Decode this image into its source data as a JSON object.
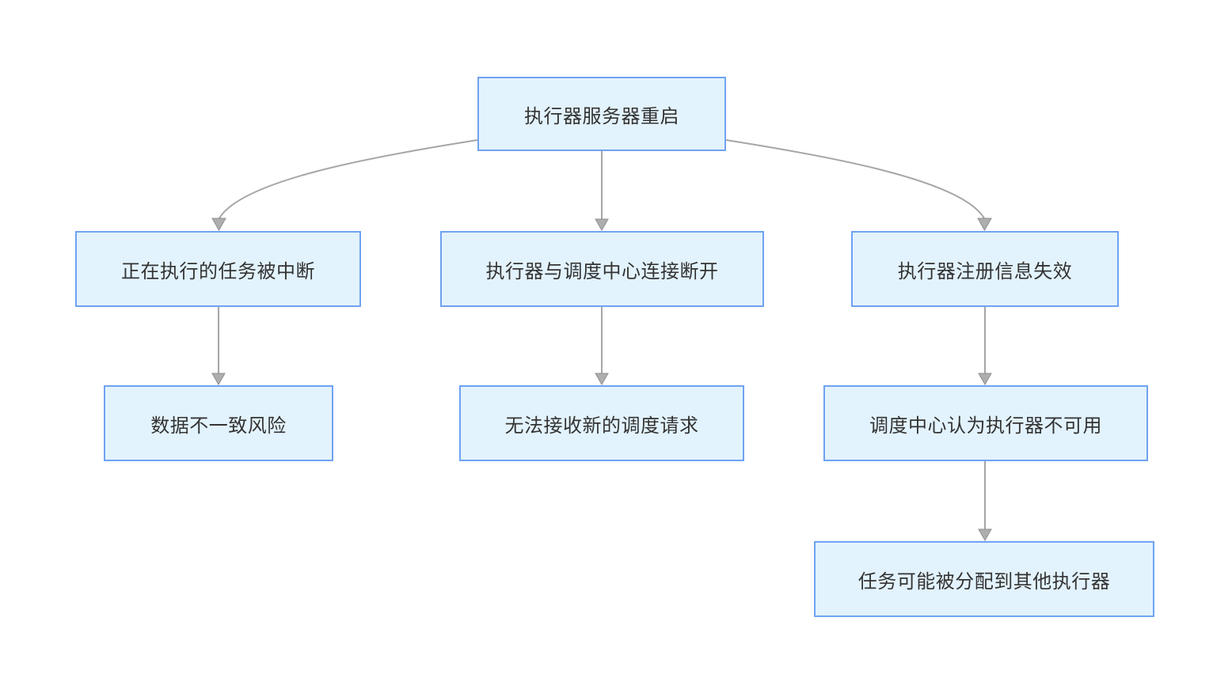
{
  "diagram": {
    "type": "flowchart",
    "nodes": {
      "root": {
        "label": "执行器服务器重启"
      },
      "task_interrupted": {
        "label": "正在执行的任务被中断"
      },
      "connection_lost": {
        "label": "执行器与调度中心连接断开"
      },
      "registration_invalid": {
        "label": "执行器注册信息失效"
      },
      "data_inconsistency": {
        "label": "数据不一致风险"
      },
      "no_new_requests": {
        "label": "无法接收新的调度请求"
      },
      "executor_unavailable": {
        "label": "调度中心认为执行器不可用"
      },
      "tasks_reassigned": {
        "label": "任务可能被分配到其他执行器"
      }
    },
    "edges": [
      {
        "from": "root",
        "to": "task_interrupted"
      },
      {
        "from": "root",
        "to": "connection_lost"
      },
      {
        "from": "root",
        "to": "registration_invalid"
      },
      {
        "from": "task_interrupted",
        "to": "data_inconsistency"
      },
      {
        "from": "connection_lost",
        "to": "no_new_requests"
      },
      {
        "from": "registration_invalid",
        "to": "executor_unavailable"
      },
      {
        "from": "executor_unavailable",
        "to": "tasks_reassigned"
      }
    ],
    "colors": {
      "background": "#ffffff",
      "node_fill": "#e3f3fd",
      "node_border": "#6fa2f1",
      "node_text": "#333333",
      "edge_line": "#a6a6a6",
      "arrowhead": "#aeaeae"
    }
  }
}
